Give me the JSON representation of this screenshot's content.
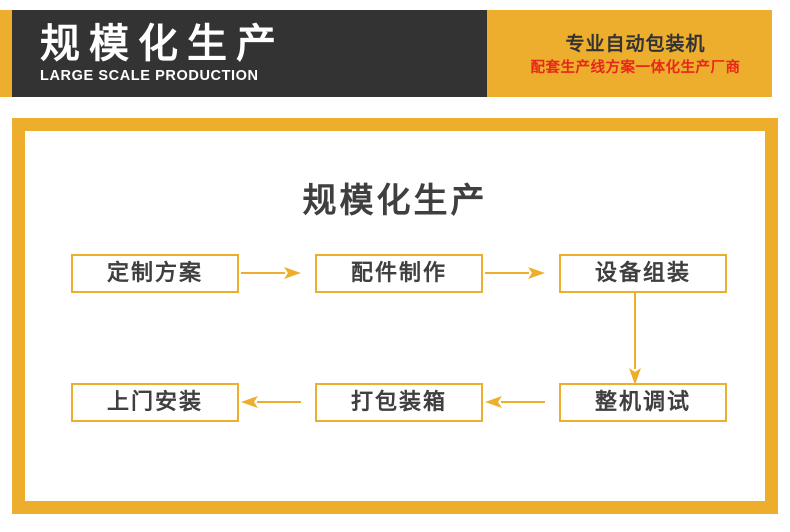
{
  "header": {
    "brand_cn": "规模化生产",
    "brand_en": "LARGE SCALE PRODUCTION",
    "tagline_main": "专业自动包装机",
    "tagline_sub": "配套生产线方案一体化生产厂商",
    "colors": {
      "accent_yellow": "#eeae2d",
      "dark_panel": "#333333",
      "tagline_sub_red": "#e8271b",
      "brand_text": "#ffffff"
    }
  },
  "panel": {
    "title": "规模化生产",
    "frame_color": "#eeae2d",
    "background": "#ffffff"
  },
  "flow": {
    "node_border_color": "#eeae2d",
    "node_text_color": "#3f3f3f",
    "arrow_color": "#eeae2d",
    "nodes": [
      {
        "id": "step-1",
        "label": "定制方案"
      },
      {
        "id": "step-2",
        "label": "配件制作"
      },
      {
        "id": "step-3",
        "label": "设备组装"
      },
      {
        "id": "step-4",
        "label": "整机调试"
      },
      {
        "id": "step-5",
        "label": "打包装箱"
      },
      {
        "id": "step-6",
        "label": "上门安装"
      }
    ],
    "connectors": [
      {
        "id": "arrow-1",
        "from": "step-1",
        "to": "step-2",
        "direction": "right"
      },
      {
        "id": "arrow-2",
        "from": "step-2",
        "to": "step-3",
        "direction": "right"
      },
      {
        "id": "arrow-3",
        "from": "step-3",
        "to": "step-4",
        "direction": "down"
      },
      {
        "id": "arrow-4",
        "from": "step-4",
        "to": "step-5",
        "direction": "left"
      },
      {
        "id": "arrow-5",
        "from": "step-5",
        "to": "step-6",
        "direction": "left"
      }
    ]
  }
}
